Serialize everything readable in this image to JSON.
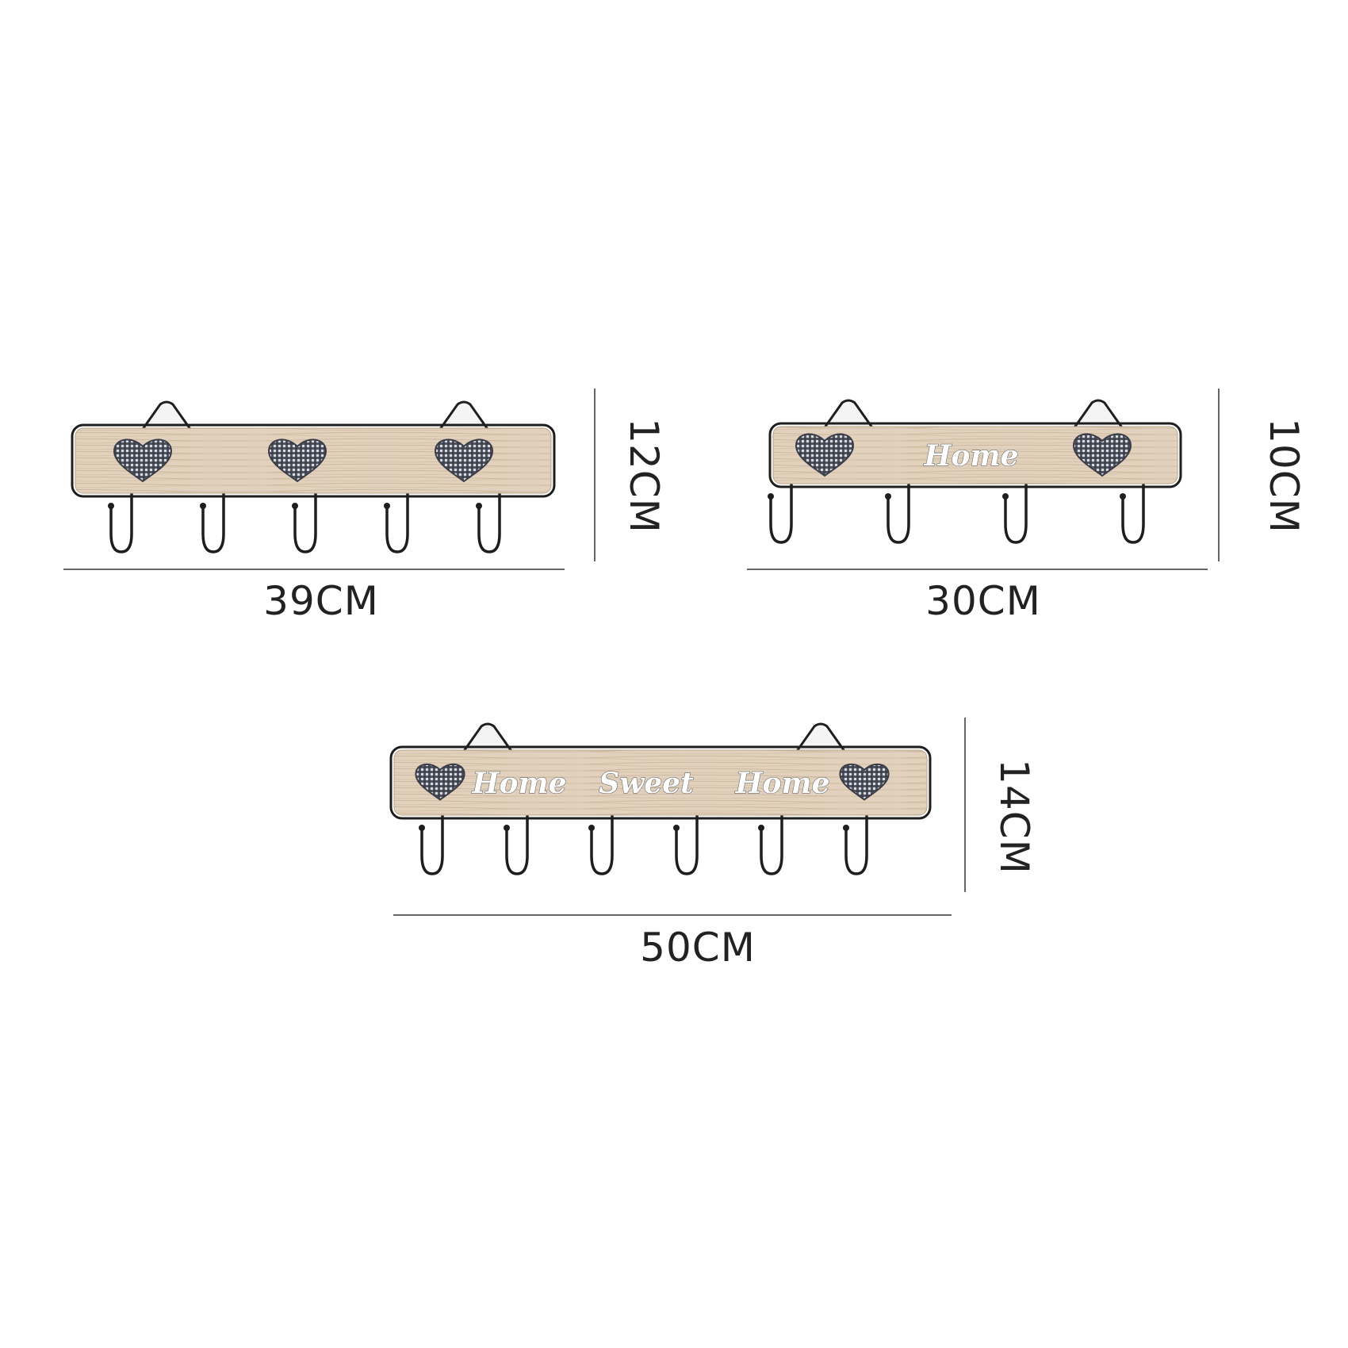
{
  "products": [
    {
      "hearts": 3,
      "hooks": 5,
      "width_label": "39CM",
      "height_label": "12CM",
      "words": []
    },
    {
      "hearts": 2,
      "hooks": 4,
      "width_label": "30CM",
      "height_label": "10CM",
      "words": [
        "Home"
      ]
    },
    {
      "hearts": 2,
      "hooks": 6,
      "width_label": "50CM",
      "height_label": "14CM",
      "words": [
        "Home",
        "Sweet",
        "Home"
      ]
    }
  ],
  "colors": {
    "wood": "#e2d2bd",
    "wood_grain": "#cdb89e",
    "frame": "#1e1e1e",
    "heart_fabric": "#3a3d48",
    "dimension_line": "#333333",
    "text": "#222222"
  }
}
